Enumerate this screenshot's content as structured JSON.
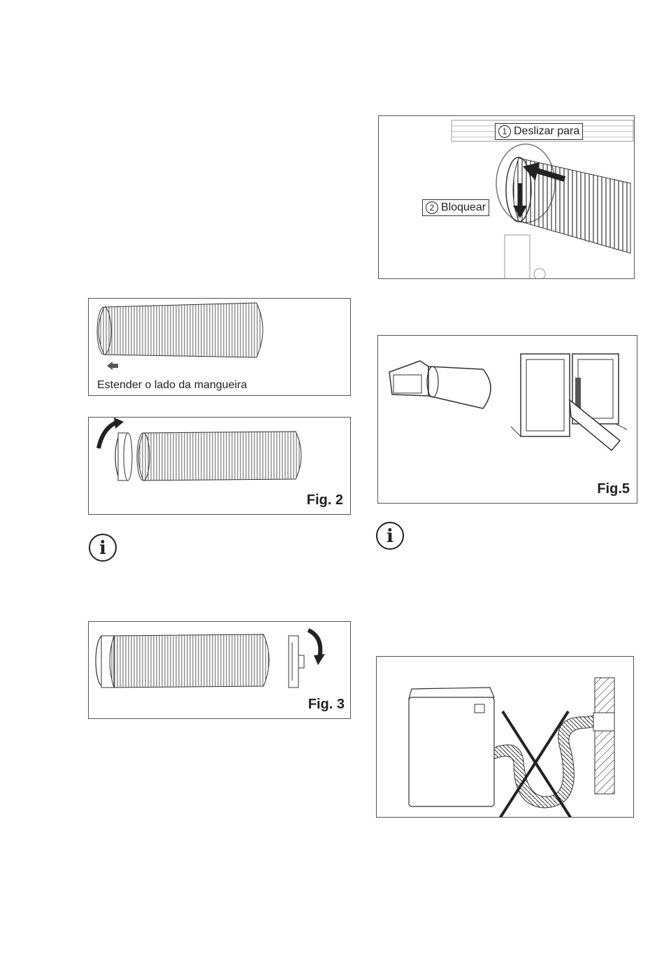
{
  "fig1": {
    "caption": "Estender o lado da mangueira"
  },
  "fig2": {
    "label": "Fig. 2"
  },
  "fig3": {
    "label": "Fig. 3"
  },
  "fig4": {
    "callout1": {
      "num": "1",
      "text": "Deslizar para"
    },
    "callout2": {
      "num": "2",
      "text": "Bloquear"
    }
  },
  "fig5": {
    "label": "Fig.5"
  },
  "icons": {
    "info_left": "info-icon",
    "info_right": "info-icon"
  }
}
